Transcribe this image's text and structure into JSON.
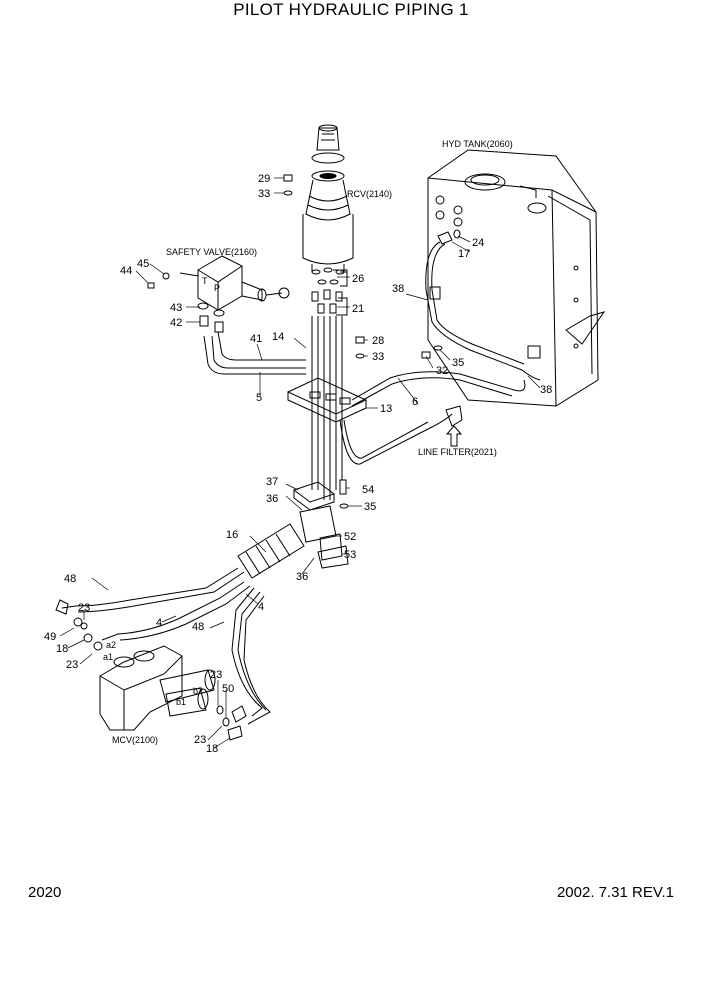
{
  "title": "PILOT HYDRAULIC PIPING 1",
  "footer": {
    "page_no": "2020",
    "date_rev": "2002. 7.31  REV.1"
  },
  "assemblies": {
    "rcv": "RCV(2140)",
    "safety_valve": "SAFETY VALVE(2160)",
    "hyd_tank": "HYD TANK(2060)",
    "line_filter": "LINE FILTER(2021)",
    "mcv": "MCV(2100)"
  },
  "port_labels": {
    "t": "T",
    "p": "P",
    "a1": "a1",
    "a2": "a2",
    "b1": "b1",
    "b2": "b2"
  },
  "callouts": {
    "c29": "29",
    "c33a": "33",
    "c45": "45",
    "c44": "44",
    "c26": "26",
    "c21": "21",
    "c43": "43",
    "c42": "42",
    "c41": "41",
    "c14": "14",
    "c28": "28",
    "c33b": "33",
    "c5": "5",
    "c13": "13",
    "c6": "6",
    "c24": "24",
    "c17": "17",
    "c38a": "38",
    "c35a": "35",
    "c32": "32",
    "c38b": "38",
    "c37": "37",
    "c54": "54",
    "c36a": "36",
    "c35b": "35",
    "c16": "16",
    "c52": "52",
    "c53": "53",
    "c36b": "36",
    "c48a": "48",
    "c4a": "4",
    "c4b": "4",
    "c48b": "48",
    "c23a": "23",
    "c49": "49",
    "c18a": "18",
    "c23b": "23",
    "c23c": "23",
    "c50": "50",
    "c23d": "23",
    "c18b": "18"
  }
}
